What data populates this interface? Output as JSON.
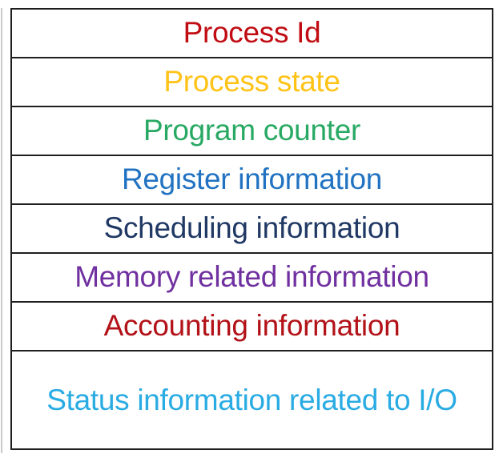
{
  "diagram": {
    "background_color": "#FFFFFF",
    "border_color": "#1F1F1F",
    "edge_line_color": "#C9C9C9",
    "rows": [
      {
        "label": "Process Id",
        "color": "#C00C12"
      },
      {
        "label": "Process state",
        "color": "#FFC317"
      },
      {
        "label": "Program counter",
        "color": "#28A963"
      },
      {
        "label": "Register information",
        "color": "#2173C2"
      },
      {
        "label": "Scheduling information",
        "color": "#203864"
      },
      {
        "label": "Memory related information",
        "color": "#7030A0"
      },
      {
        "label": "Accounting information",
        "color": "#B21218"
      },
      {
        "label": "Status information related to I/O",
        "color": "#29ABE3"
      }
    ]
  }
}
